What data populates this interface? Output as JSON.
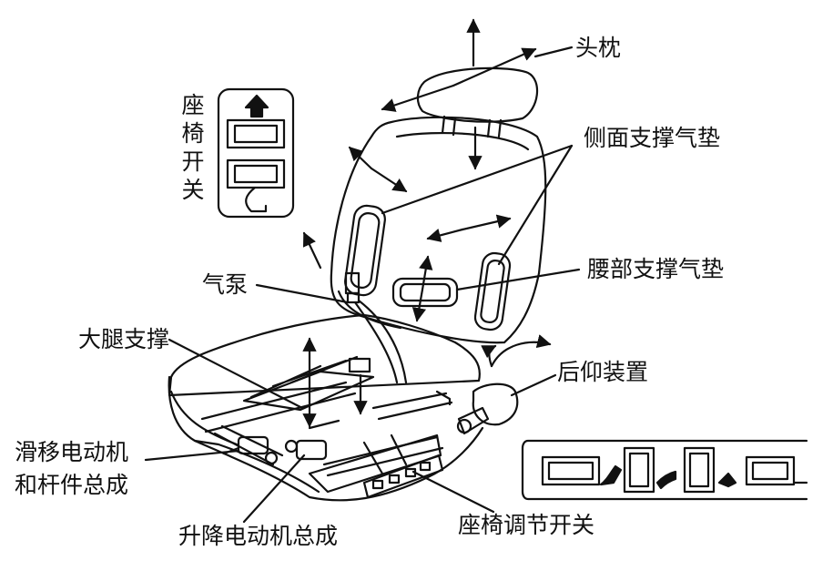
{
  "labels": {
    "headrest": "头枕",
    "side_airbag": "侧面支撑气垫",
    "lumbar_airbag": "腰部支撑气垫",
    "recliner": "后仰装置",
    "seat_switch_vertical": "座椅开关",
    "air_pump": "气泵",
    "thigh_support": "大腿支撑",
    "slide_motor_line1": "滑移电动机",
    "slide_motor_line2": "和杆件总成",
    "lift_motor": "升降电动机总成",
    "adjust_switch": "座椅调节开关"
  }
}
